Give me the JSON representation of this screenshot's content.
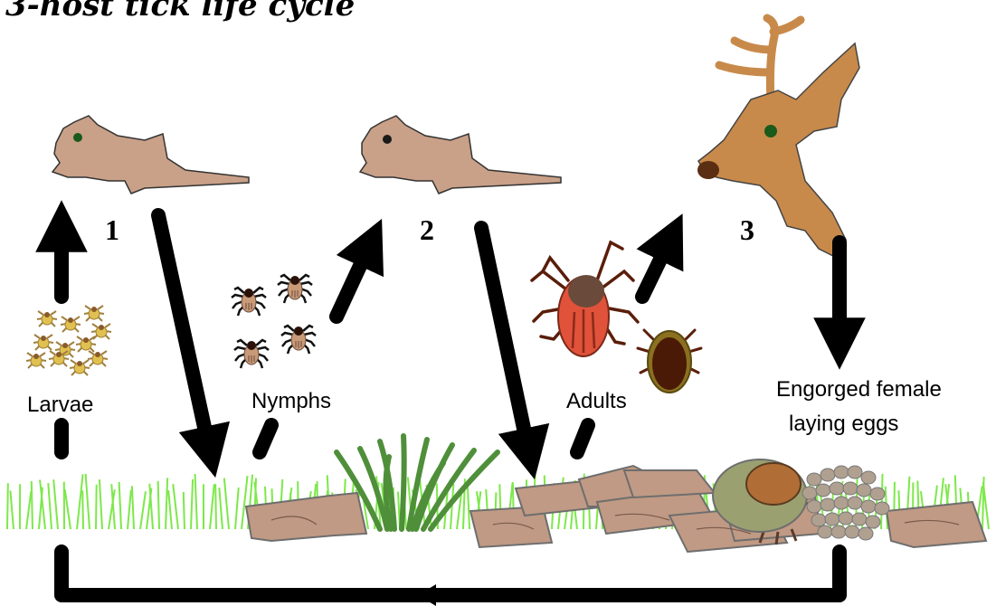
{
  "title": "3-host tick life cycle",
  "hosts": [
    {
      "number": "1"
    },
    {
      "number": "2"
    },
    {
      "number": "3"
    }
  ],
  "stages": {
    "larvae": "Larvae",
    "nymphs": "Nymphs",
    "adults": "Adults",
    "engorged_line1": "Engorged female",
    "engorged_line2": "laying eggs"
  },
  "colors": {
    "rodent": "#c9a088",
    "deer": "#c88a4a",
    "grass": "#7de84a",
    "dark_grass": "#4f8f3a",
    "log": "#c09a84",
    "tick_red": "#e0523a",
    "tick_dark": "#5a1e0a",
    "larva": "#d6b24a",
    "arrow": "#000000"
  }
}
